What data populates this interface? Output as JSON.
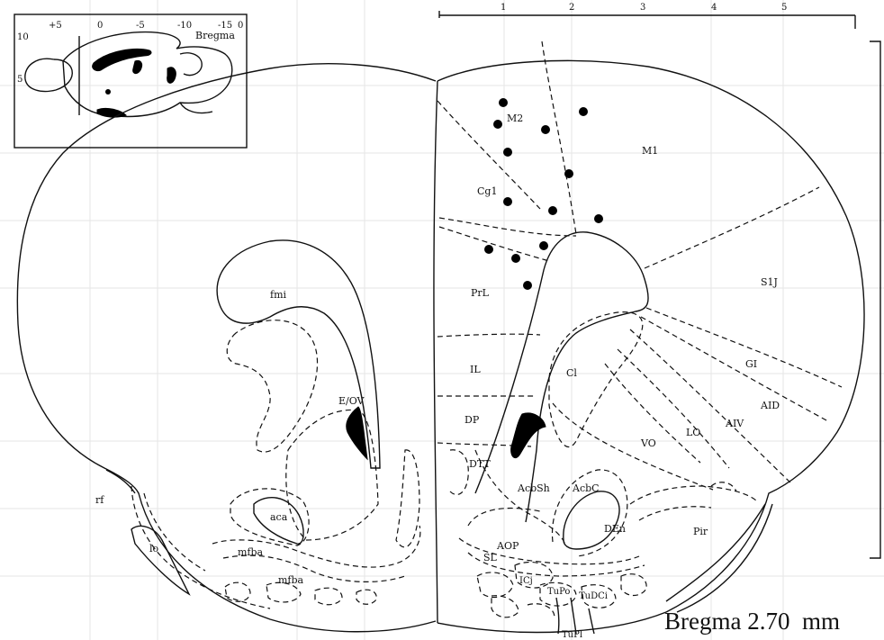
{
  "figure": {
    "bregma_caption": "Bregma 2.70  mm"
  },
  "inset": {
    "top_ticks": [
      "+5",
      "0",
      "-5",
      "-10",
      "-15"
    ],
    "side_ticks": [
      "10",
      "5"
    ],
    "corner_label": "0",
    "bregma_label": "Bregma"
  },
  "scale": {
    "top_ticks": [
      "1",
      "2",
      "3",
      "4",
      "5"
    ]
  },
  "regions_left": {
    "fmi": "fmi",
    "e_ov": "E/OV",
    "aca": "aca",
    "mfba_upper": "mfba",
    "mfba_lower": "mfba",
    "lo": "lo",
    "rf": "rf"
  },
  "regions_right": {
    "m2": "M2",
    "m1": "M1",
    "cg1": "Cg1",
    "prl": "PrL",
    "s1j": "S1J",
    "il": "IL",
    "cl": "Cl",
    "gi": "GI",
    "aid": "AID",
    "aiv": "AIV",
    "lo": "LO",
    "vo": "VO",
    "dp": "DP",
    "dtt": "DTT",
    "acbsh": "AcbSh",
    "acbc": "AcbC",
    "den": "DEn",
    "pir": "Pir",
    "aop": "AOP",
    "sl": "SL",
    "icj": "ICj",
    "tupo": "TuPo",
    "tudc": "TuDCi",
    "tupl": "TuPl"
  },
  "markers": {
    "count": 14
  }
}
